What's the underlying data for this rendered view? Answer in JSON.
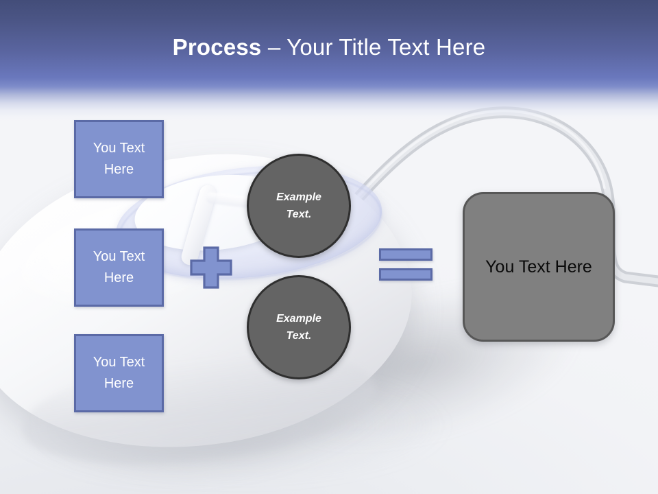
{
  "slide": {
    "title": {
      "bold_part": "Process",
      "rest_part": " – Your Title Text Here",
      "full": "Process – Your Title Text Here"
    },
    "background_image_name": "computer-mouse-photo",
    "colors": {
      "title_band_top": "#434d79",
      "title_band_bottom": "#7e8cc9",
      "accent_blue_fill": "#8193cf",
      "accent_blue_border": "#5b6aa6",
      "circle_fill": "#646464",
      "circle_border": "#2f2f2f",
      "result_fill": "#808080",
      "result_border": "#575757",
      "title_text": "#ffffff",
      "box_text": "#ffffff",
      "result_text": "#0a0a0a",
      "slide_background": "#eef0f4"
    }
  },
  "input_boxes": [
    {
      "label": "You Text\nHere"
    },
    {
      "label": "You Text\nHere"
    },
    {
      "label": "You Text\nHere"
    }
  ],
  "operators": {
    "plus": {
      "symbol": "+",
      "icon": "plus-icon"
    },
    "equals": {
      "symbol": "=",
      "icon": "equals-icon"
    }
  },
  "circles": [
    {
      "label": "Example\nText."
    },
    {
      "label": "Example\nText."
    }
  ],
  "result": {
    "label": "You Text Here"
  }
}
